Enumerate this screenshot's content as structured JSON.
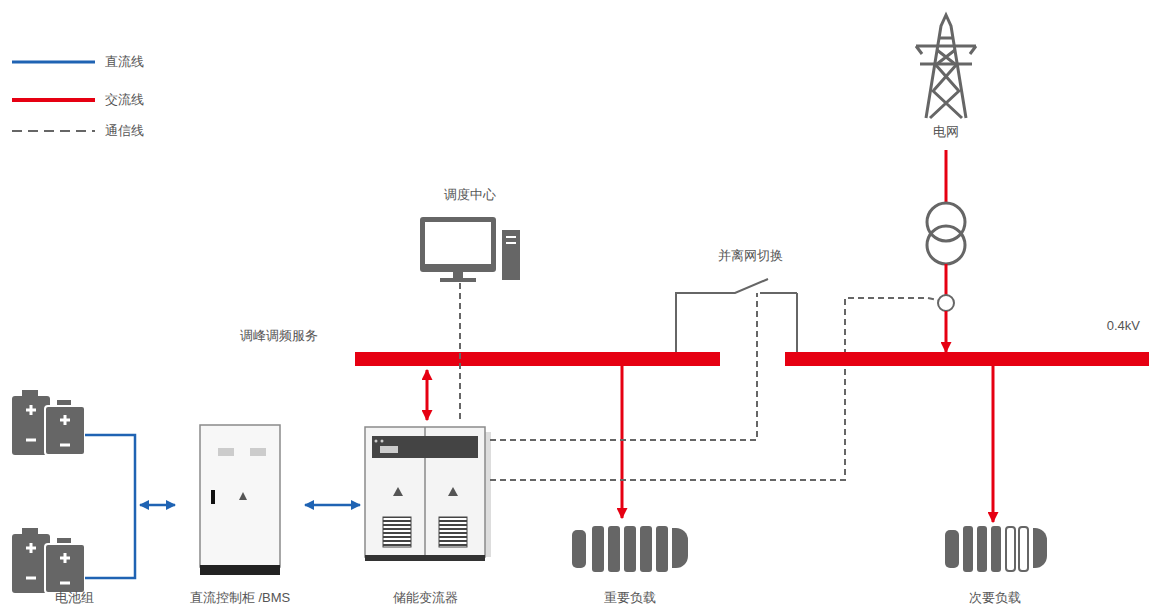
{
  "diagram": {
    "nodes": [
      {
        "text": [
          "电池组"
        ]
      },
      {
        "text": [
          "直流控制柜 /BMS"
        ]
      },
      {
        "text": [
          "储能变流器"
        ]
      },
      {
        "text": [
          "重要负载"
        ]
      },
      {
        "text": [
          "次要负载"
        ]
      },
      {
        "text": [
          "调度中心"
        ]
      },
      {
        "text": [
          "电网"
        ]
      },
      {
        "text": [
          "并离网切换"
        ]
      },
      {
        "text": [
          "0.4kV"
        ]
      }
    ],
    "edges": [
      {
        "from": 0,
        "to": 1,
        "arrow": "both"
      },
      {
        "from": 1,
        "to": 2,
        "arrow": "both"
      },
      {
        "from": 5,
        "to": 2,
        "arrow": "none"
      },
      {
        "from": 2,
        "to": 7,
        "arrow": "none"
      },
      {
        "from": 2,
        "to": 6,
        "arrow": "none"
      },
      {
        "from": 6,
        "to": 8,
        "arrow": "to"
      },
      {
        "from": 8,
        "to": 4,
        "arrow": "to"
      },
      {
        "from": 7,
        "to": 8,
        "arrow": "none"
      }
    ],
    "labels": [
      "调峰调频服务"
    ],
    "legend": [
      {
        "text": "直流线"
      },
      {
        "text": "交流线"
      },
      {
        "text": "通信线"
      }
    ]
  }
}
